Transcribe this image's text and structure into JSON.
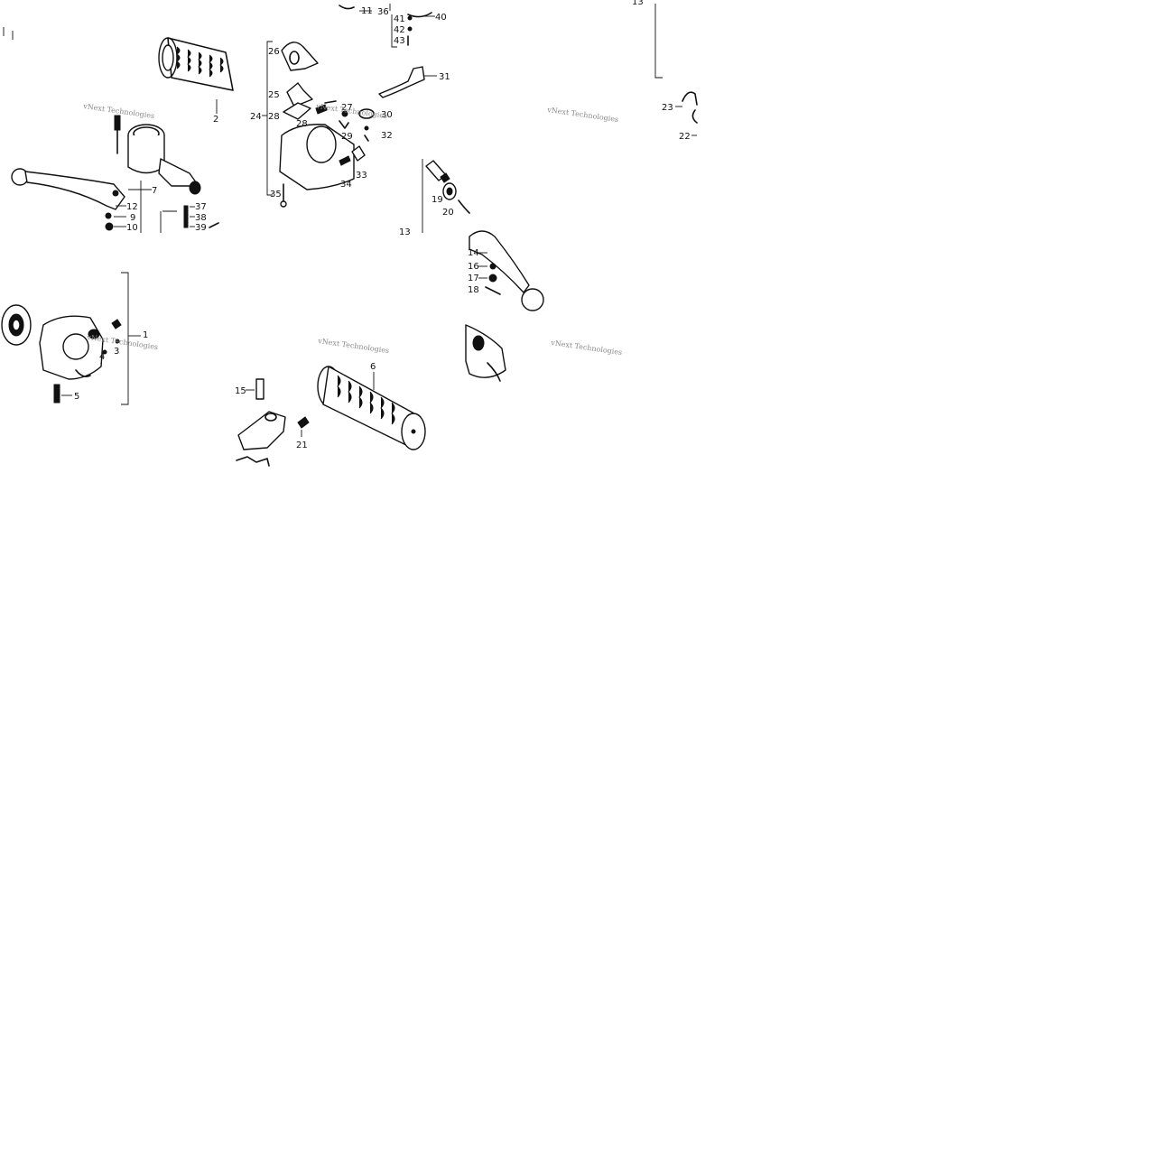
{
  "watermark": "vNext Technologies",
  "diagram": {
    "callouts": [
      "1",
      "2",
      "3",
      "4",
      "5",
      "6",
      "7",
      "9",
      "10",
      "11",
      "12",
      "13",
      "14",
      "15",
      "16",
      "17",
      "18",
      "19",
      "20",
      "21",
      "22",
      "23",
      "24",
      "25",
      "26",
      "27",
      "28",
      "28",
      "29",
      "30",
      "31",
      "32",
      "33",
      "34",
      "35",
      "36",
      "37",
      "38",
      "39",
      "40",
      "41",
      "42",
      "43"
    ]
  }
}
